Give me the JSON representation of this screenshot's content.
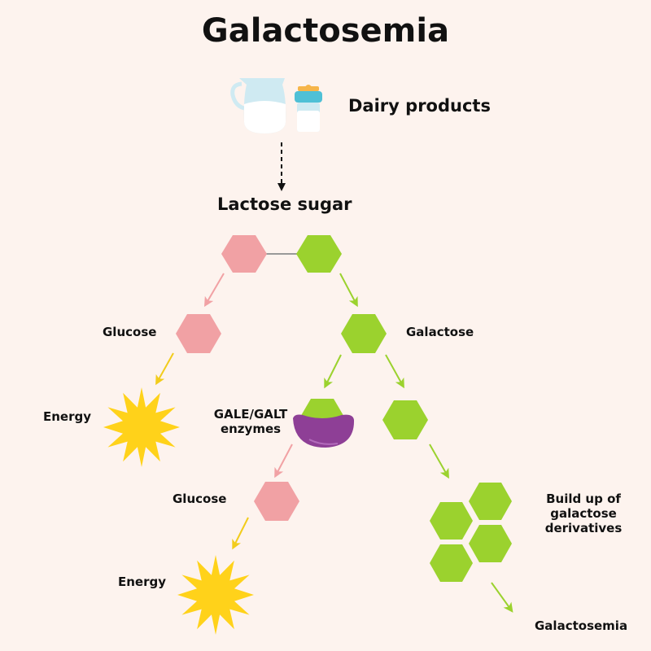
{
  "title": "Galactosemia",
  "labels": {
    "dairy_products": "Dairy products",
    "lactose_sugar": "Lactose sugar",
    "glucose_1": "Glucose",
    "galactose": "Galactose",
    "energy_1": "Energy",
    "gale_galt_line1": "GALE/GALT",
    "gale_galt_line2": "enzymes",
    "glucose_2": "Glucose",
    "energy_2": "Energy",
    "buildup_line1": "Build up of",
    "buildup_line2": "galactose",
    "buildup_line3": "derivatives",
    "outcome": "Galactosemia"
  },
  "icons": [
    "milk-jug-icon",
    "baby-bottle-icon",
    "sun-burst-icon",
    "enzyme-icon",
    "hexagon-icon",
    "arrow-icon"
  ],
  "colors": {
    "background": "#fdf3ee",
    "glucose_hexagon": "#f1a1a4",
    "galactose_hexagon": "#9bd22e",
    "glucose_arrow": "#f1a1a4",
    "galactose_arrow": "#9bd22e",
    "energy_arrow": "#f2cc1b",
    "energy_star": "#ffd21a",
    "enzyme": "#8e3f96",
    "milk": "#ffffff",
    "glass": "#cfeaf2",
    "bottle_cap": "#4fc0d6",
    "nipple": "#f6b54a"
  }
}
